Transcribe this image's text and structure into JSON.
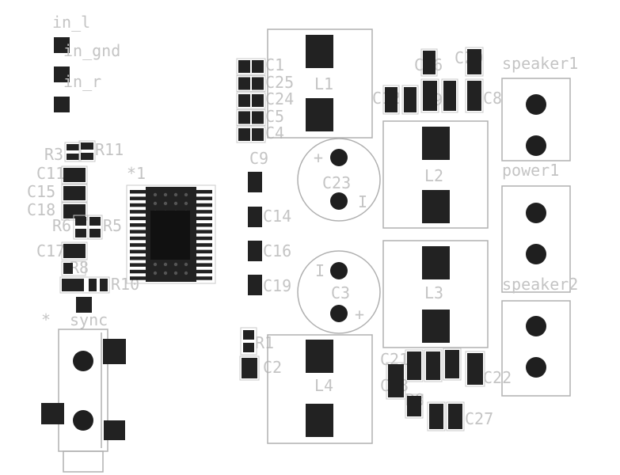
{
  "connectors": {
    "in_l": "in_l",
    "in_gnd": "in_gnd",
    "in_r": "in_r",
    "sync": "sync",
    "sync_marker": "*"
  },
  "ic": {
    "ref": "*1"
  },
  "resistors": {
    "R1": "R1",
    "R3": "R3",
    "R5": "R5",
    "R6": "R6",
    "R8": "R8",
    "R9": "R9",
    "R10": "R10",
    "R11": "R11"
  },
  "capacitors": {
    "C1": "C1",
    "C2": "C2",
    "C4": "C4",
    "C5": "C5",
    "C8": "C8",
    "C9": "C9",
    "C11": "C11",
    "C12": "C12",
    "C13": "C13",
    "C14": "C14",
    "C15": "C15",
    "C16": "C16",
    "C17": "C17",
    "C18": "C18",
    "C19": "C19",
    "C20": "C20",
    "C21": "C21",
    "C22": "C22",
    "C23": "C23",
    "C24": "C24",
    "C25": "C25",
    "C26": "C26",
    "C27": "C27",
    "C3": "C3"
  },
  "inductors": {
    "L1": "L1",
    "L2": "L2",
    "L3": "L3",
    "L4": "L4"
  },
  "terminals": {
    "speaker1": "speaker1",
    "power1": "power1",
    "speaker2": "speaker2"
  },
  "polarity": {
    "plus": "+",
    "minus": "I"
  }
}
